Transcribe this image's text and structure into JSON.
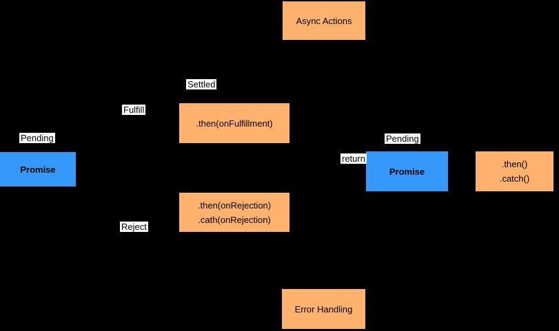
{
  "diagram": {
    "background": "#000000",
    "colors": {
      "node_orange": "#FFB26E",
      "node_blue": "#3599FC",
      "node_text": "#000000",
      "label_bg": "#FFFFFF",
      "label_text": "#000000"
    },
    "nodes": {
      "async_actions": {
        "label": "Async Actions"
      },
      "then_fulfillment": {
        "label": ".then(onFulfillment)"
      },
      "then_rejection": {
        "line1": ".then(onRejection)",
        "line2": ".cath(onRejection)"
      },
      "promise_left": {
        "label": "Promise"
      },
      "promise_right": {
        "label": "Promise"
      },
      "then_catch": {
        "line1": ".then()",
        "line2": ".catch()"
      },
      "error_handling": {
        "label": "Error Handling"
      }
    },
    "edge_labels": {
      "pending_left": "Pending",
      "settled": "Settled",
      "fulfill": "Fulfill",
      "reject": "Reject",
      "pending_right": "Pending",
      "return": "return"
    }
  }
}
